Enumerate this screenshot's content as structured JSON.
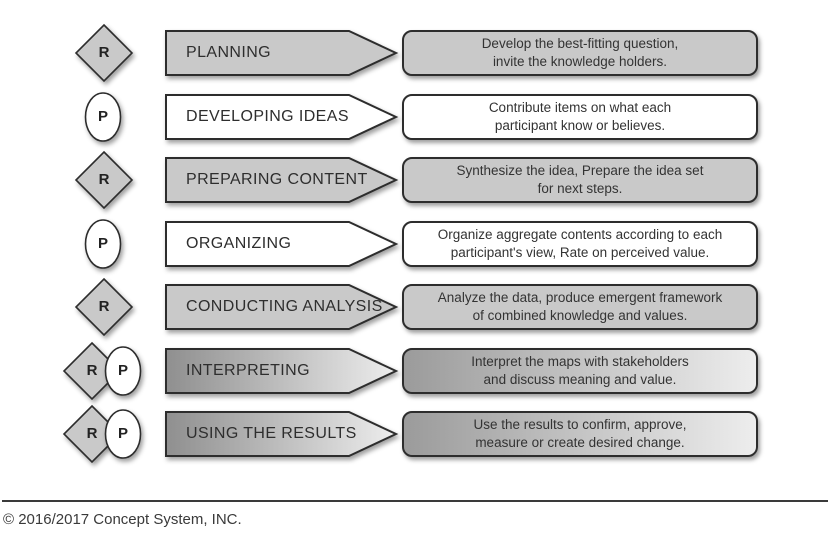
{
  "markers": {
    "r_label": "R",
    "p_label": "P"
  },
  "rows": [
    {
      "marker": "R",
      "fill": "gray",
      "label": "PLANNING",
      "lines": [
        "Develop the best-fitting question,",
        "invite the knowledge holders."
      ]
    },
    {
      "marker": "P",
      "fill": "white",
      "label": "DEVELOPING IDEAS",
      "lines": [
        "Contribute items on what each",
        "participant know or believes."
      ]
    },
    {
      "marker": "R",
      "fill": "gray",
      "label": "PREPARING CONTENT",
      "lines": [
        "Synthesize the idea, Prepare the idea set",
        "for next steps."
      ]
    },
    {
      "marker": "P",
      "fill": "white",
      "label": "ORGANIZING",
      "lines": [
        "Organize aggregate contents according to each",
        "participant's view, Rate on perceived value."
      ]
    },
    {
      "marker": "R",
      "fill": "gray",
      "label": "CONDUCTING ANALYSIS",
      "lines": [
        "Analyze the data, produce emergent framework",
        "of combined knowledge and values."
      ]
    },
    {
      "marker": "RP",
      "fill": "gradient",
      "label": "INTERPRETING",
      "lines": [
        "Interpret the maps with stakeholders",
        "and discuss meaning and value."
      ]
    },
    {
      "marker": "RP",
      "fill": "gradient",
      "label": "USING THE RESULTS",
      "lines": [
        "Use the results to confirm, approve,",
        "measure or create desired change."
      ]
    }
  ],
  "footer": {
    "copyright": "© 2016/2017 Concept System, INC."
  },
  "colors": {
    "border": "#2d2d2d",
    "gray_fill": "#c9c9c9",
    "white_fill": "#ffffff",
    "grad_dark": "#8f8f8f",
    "grad_light": "#ededed",
    "desc_grad_dark": "#9b9b9b",
    "label_text": "#2e2e2e",
    "body_text": "#333333"
  }
}
